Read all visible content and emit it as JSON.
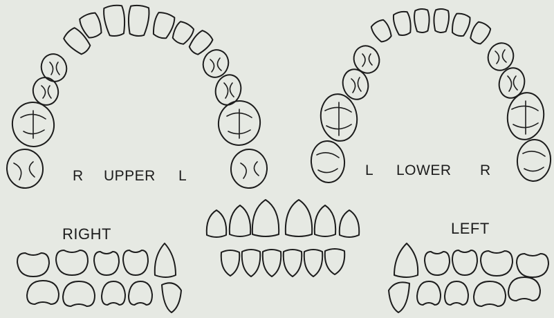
{
  "labels": {
    "upper_right": "R",
    "upper_title": "UPPER",
    "upper_left": "L",
    "lower_left": "L",
    "lower_title": "LOWER",
    "lower_right": "R",
    "view_right": "RIGHT",
    "view_left": "LEFT"
  },
  "colors": {
    "paper": "#e6e9e3",
    "ink": "#1c1c1c"
  }
}
